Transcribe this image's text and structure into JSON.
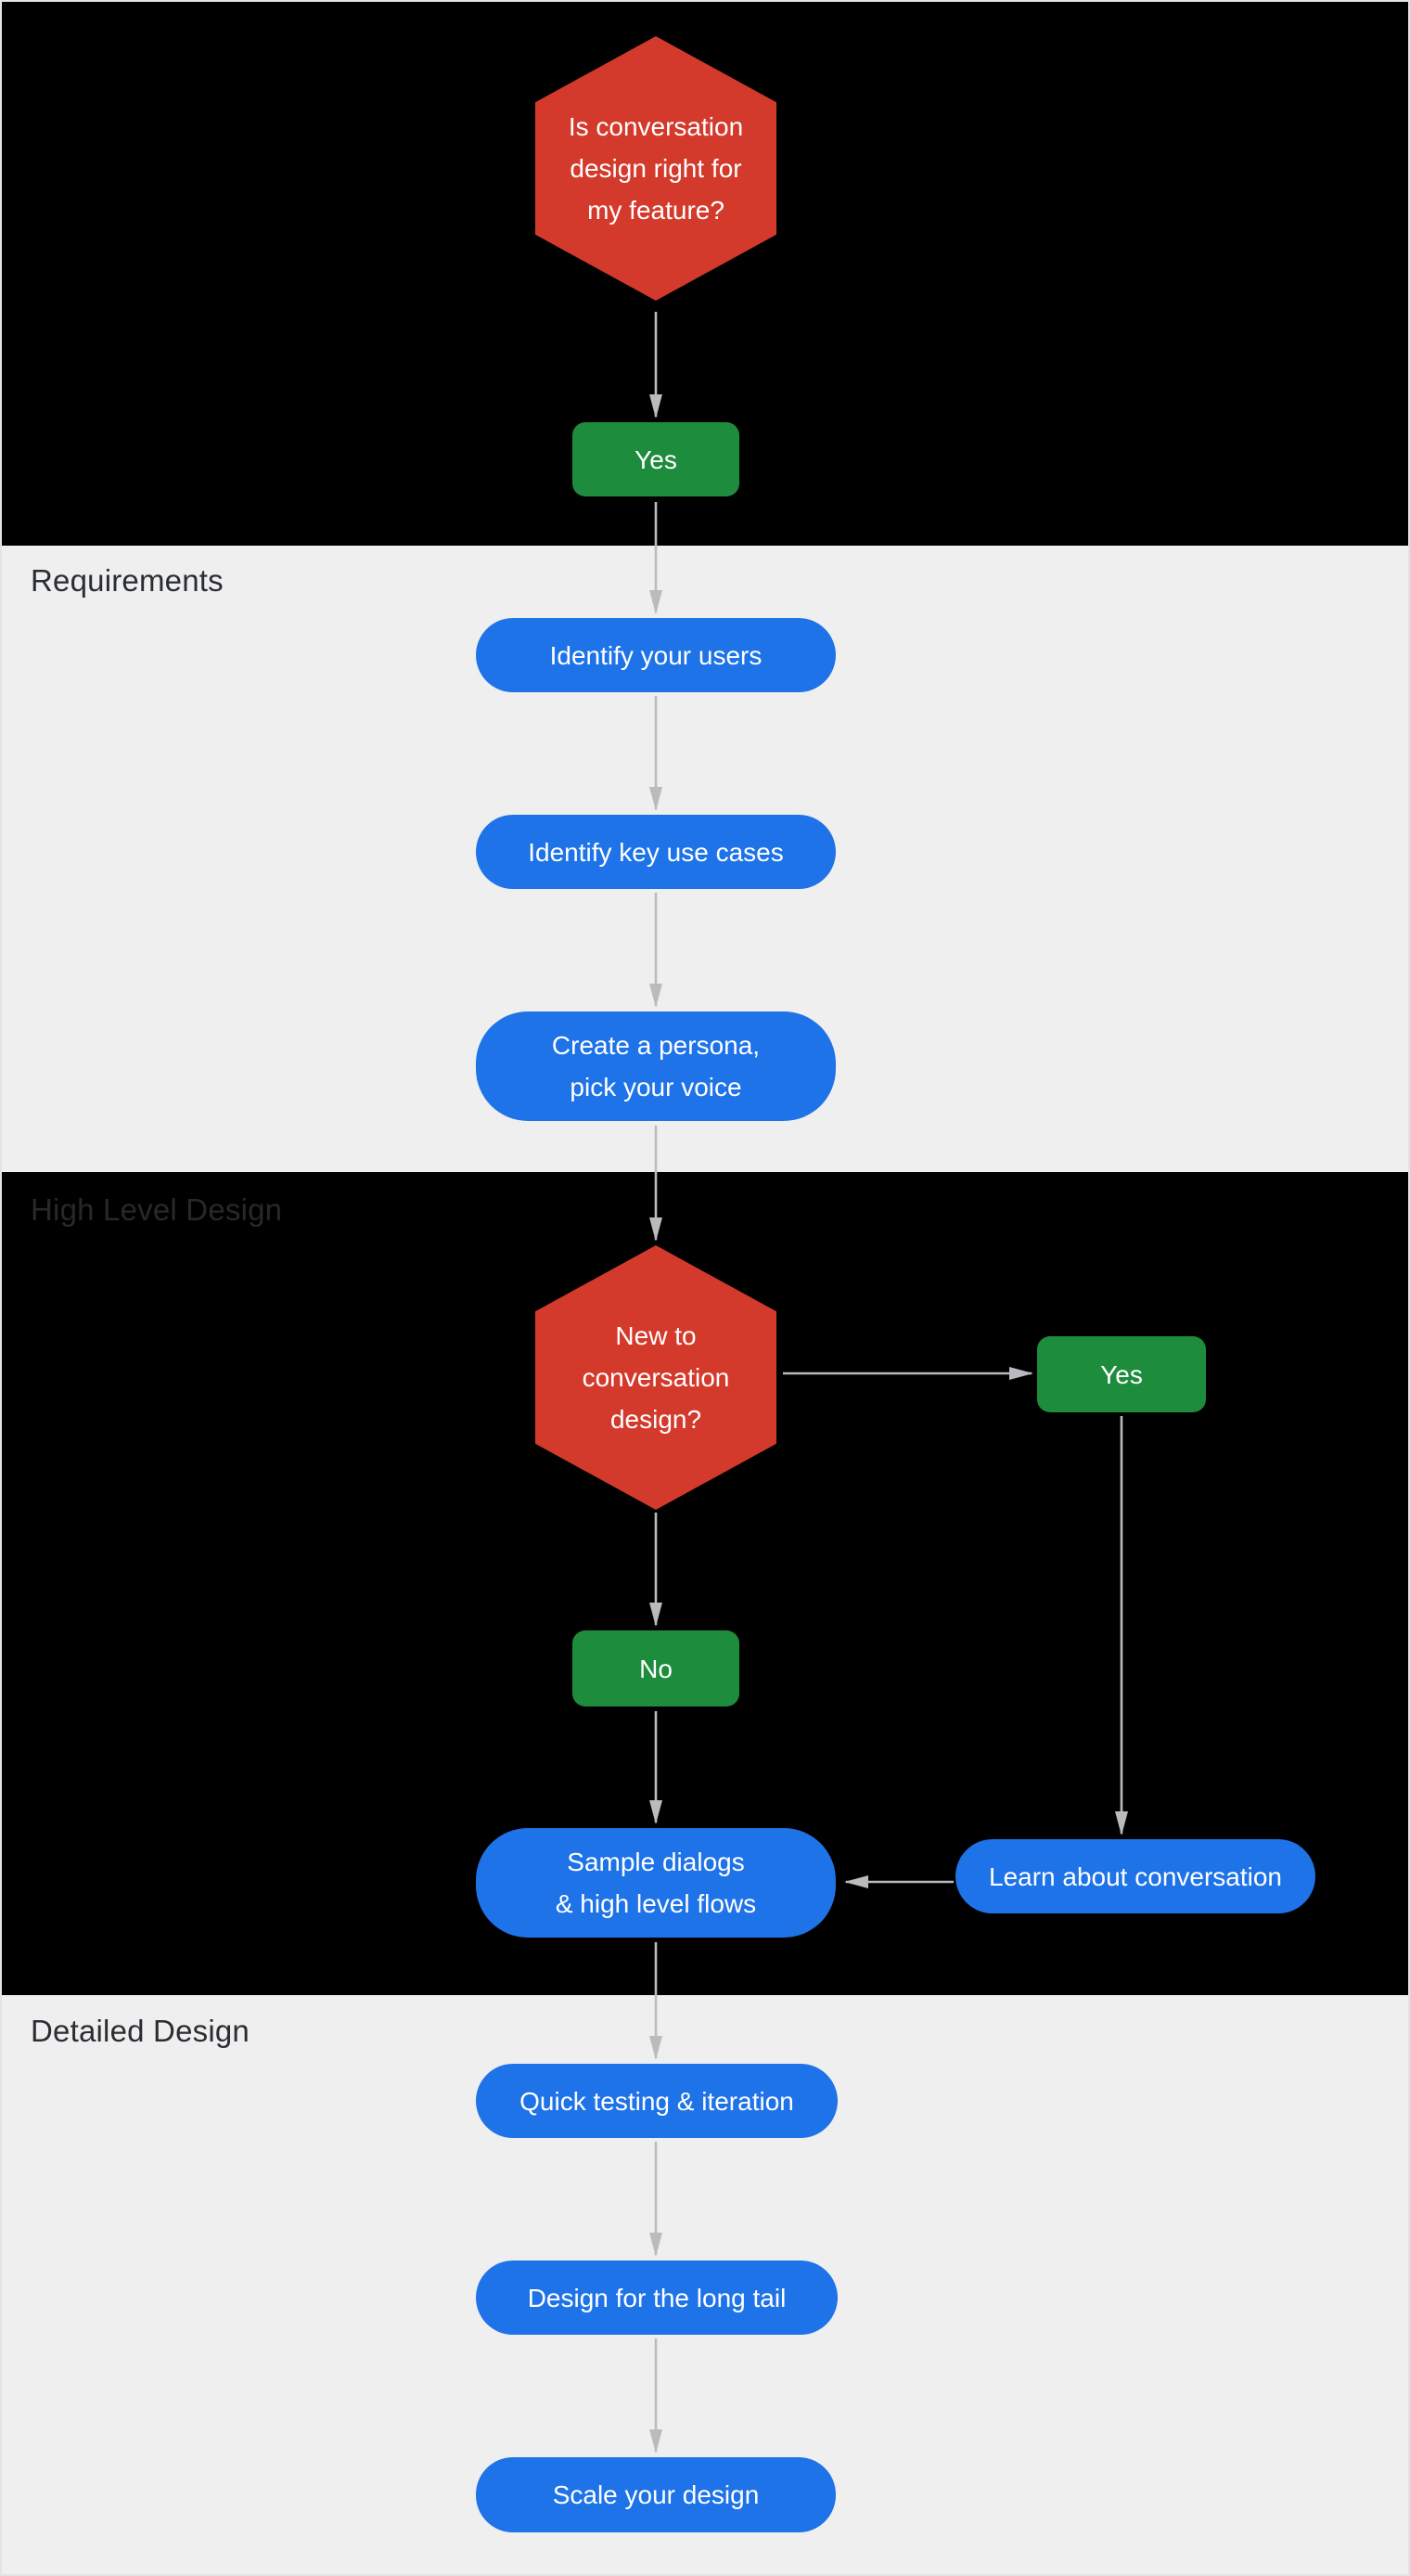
{
  "sections": {
    "requirements": {
      "label": "Requirements"
    },
    "high_level_design": {
      "label": "High Level Design"
    },
    "detailed_design": {
      "label": "Detailed Design"
    }
  },
  "nodes": {
    "q_right_for_feature": {
      "lines": [
        "Is conversation",
        "design right for",
        "my feature?"
      ]
    },
    "yes_1": {
      "label": "Yes"
    },
    "identify_users": {
      "label": "Identify your users"
    },
    "identify_key_use_cases": {
      "label": "Identify key use cases"
    },
    "create_persona": {
      "lines": [
        "Create a persona,",
        "pick your voice"
      ]
    },
    "q_new_to_conversation_design": {
      "lines": [
        "New to",
        "conversation",
        "design?"
      ]
    },
    "yes_2": {
      "label": "Yes"
    },
    "no_1": {
      "label": "No"
    },
    "sample_dialogs": {
      "lines": [
        "Sample dialogs",
        "& high level flows"
      ]
    },
    "learn_about_conversation": {
      "label": "Learn about conversation"
    },
    "quick_testing": {
      "label": "Quick testing & iteration"
    },
    "design_long_tail": {
      "label": "Design for the long tail"
    },
    "scale_your_design": {
      "label": "Scale your design"
    }
  },
  "colors": {
    "decision_red": "#D43A2C",
    "answer_green": "#1E8C3D",
    "step_blue": "#1E73E8",
    "section_dark": "#000000",
    "section_light": "#EFEFEF",
    "arrow_gray": "#B9BBBE",
    "label_dark_text": "#2A2D32"
  }
}
